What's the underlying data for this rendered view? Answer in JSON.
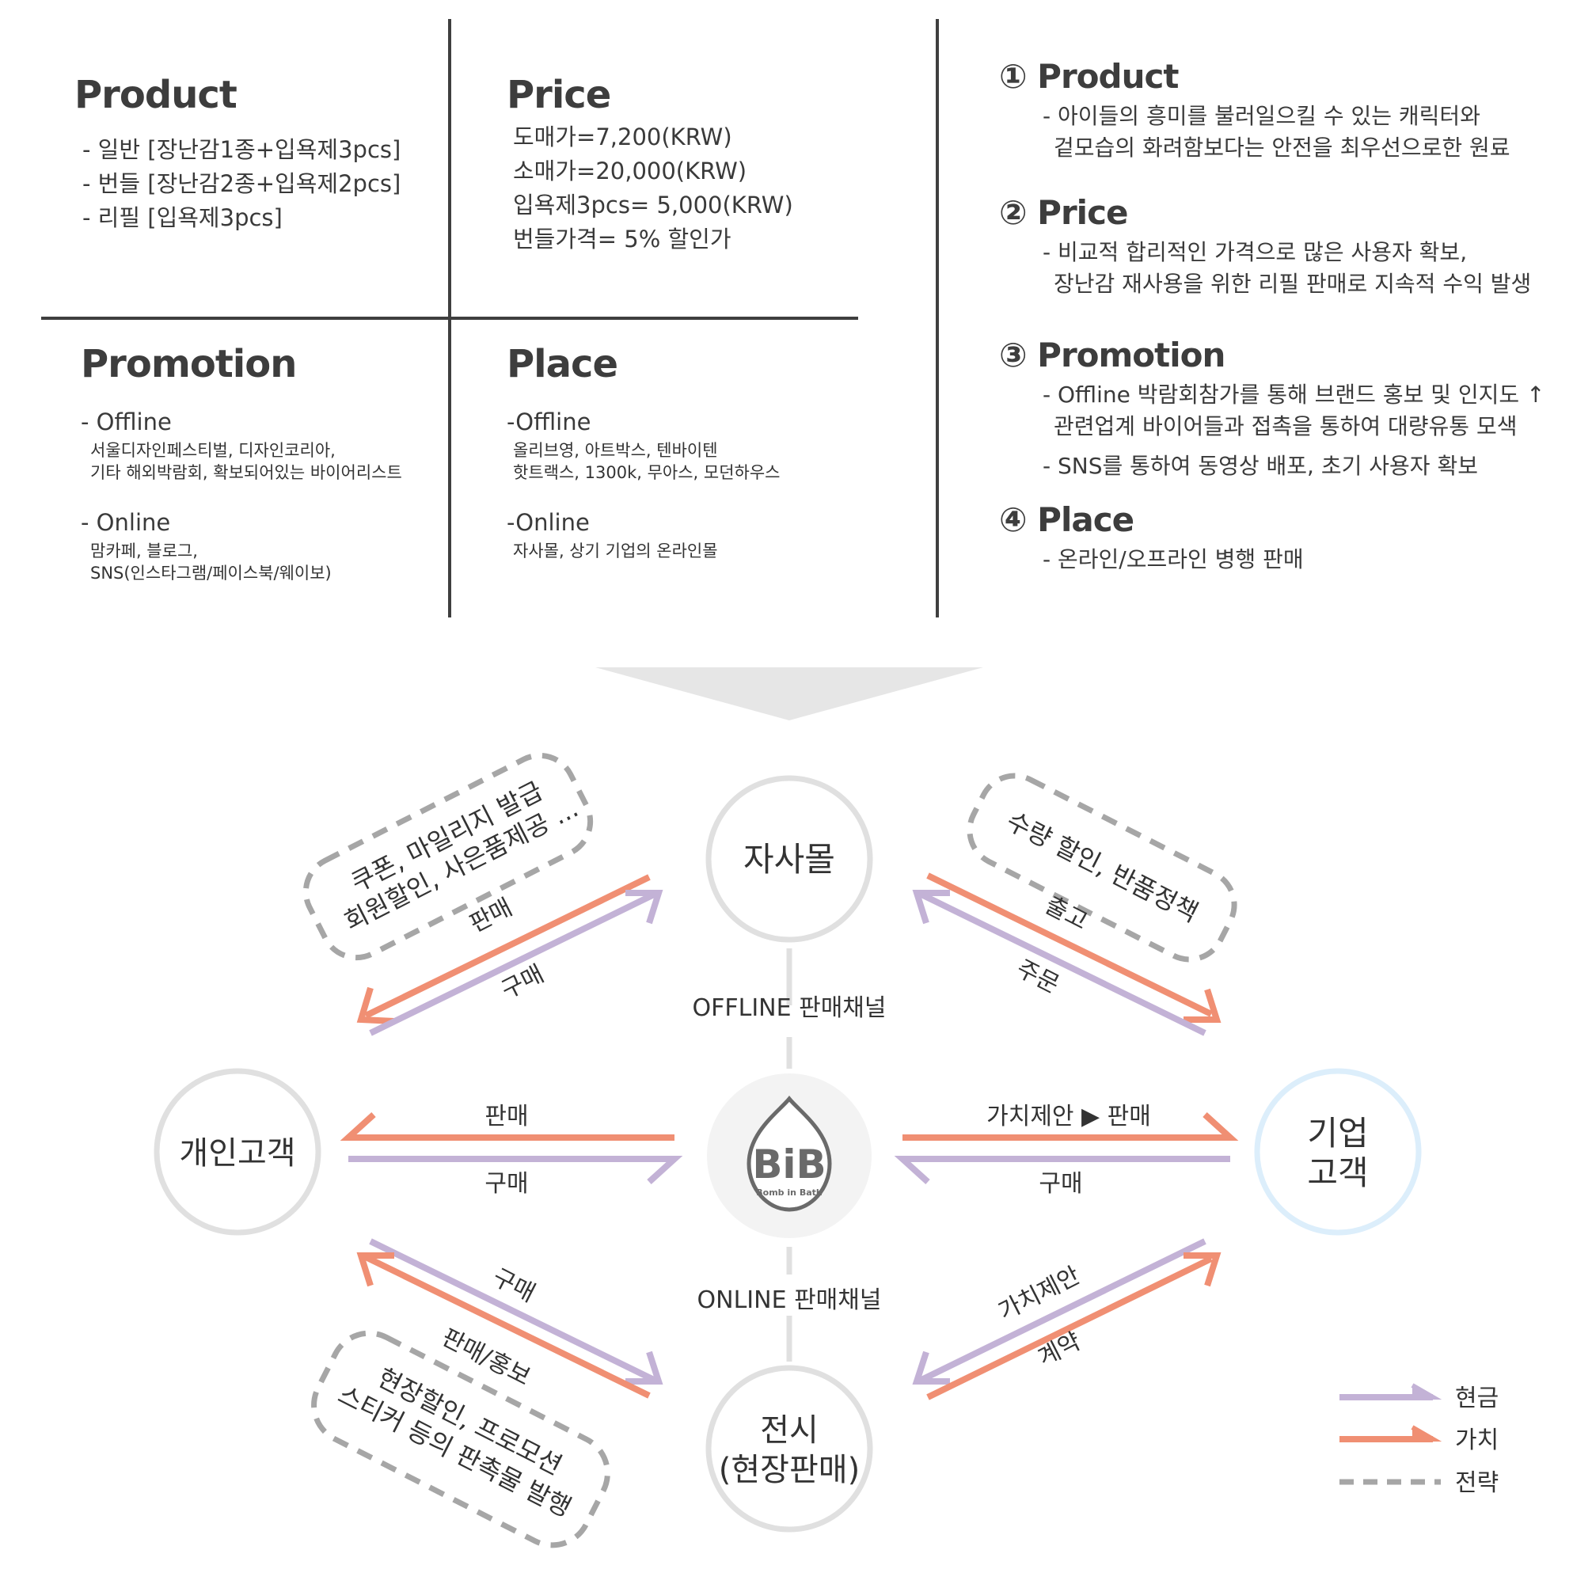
{
  "quad": {
    "product": {
      "title": "Product",
      "items": [
        "- 일반 [장난감1종+입욕제3pcs]",
        "- 번들 [장난감2종+입욕제2pcs]",
        "- 리필 [입욕제3pcs]"
      ]
    },
    "price": {
      "title": "Price",
      "items": [
        "도매가=7,200(KRW)",
        "소매가=20,000(KRW)",
        "입욕제3pcs= 5,000(KRW)",
        "번들가격= 5% 할인가"
      ]
    },
    "promotion": {
      "title": "Promotion",
      "offline_label": "- Offline",
      "offline_detail": [
        "서울디자인페스티벌, 디자인코리아,",
        "기타 해외박람회, 확보되어있는 바이어리스트"
      ],
      "online_label": "- Online",
      "online_detail": [
        "맘카페, 블로그,",
        "SNS(인스타그램/페이스북/웨이보)"
      ]
    },
    "place": {
      "title": "Place",
      "offline_label": "-Offline",
      "offline_detail": [
        "올리브영, 아트박스, 텐바이텐",
        "핫트랙스, 1300k, 무아스, 모던하우스"
      ],
      "online_label": "-Online",
      "online_detail": [
        "자사몰, 상기 기업의 온라인몰"
      ]
    }
  },
  "strategy": [
    {
      "title": "① Product",
      "lines": [
        "- 아이들의 흥미를 불러일으킬 수 있는 캐릭터와",
        "겉모습의 화려함보다는 안전을 최우선으로한 원료"
      ]
    },
    {
      "title": "② Price",
      "lines": [
        "- 비교적 합리적인 가격으로 많은 사용자 확보,",
        "장난감 재사용을 위한 리필 판매로 지속적 수익 발생"
      ]
    },
    {
      "title": "③ Promotion",
      "lines": [
        "- Offline 박람회참가를 통해 브랜드 홍보 및 인지도 ↑",
        "관련업계 바이어들과 접촉을 통하여 대량유통 모색",
        "- SNS를 통하여 동영상 배포, 초기 사용자 확보"
      ]
    },
    {
      "title": "④ Place",
      "lines": [
        "- 온라인/오프라인 병행 판매"
      ]
    }
  ],
  "diagram": {
    "nodes": {
      "top": "자사몰",
      "left": "개인고객",
      "right_line1": "기업",
      "right_line2": "고객",
      "bottom_line1": "전시",
      "bottom_line2": "(현장판매)"
    },
    "logo": {
      "text": "BiB",
      "sub": "Bomb in Bath"
    },
    "channels": {
      "offline": "OFFLINE 판매채널",
      "online": "ONLINE 판매채널"
    },
    "strategies": {
      "top_left_line1": "쿠폰, 마일리지 발급",
      "top_left_line2": "회원할인, 사은품제공 ...",
      "top_right": "수량 할인, 반품정책",
      "bottom_left_line1": "현장할인, 프로모션",
      "bottom_left_line2": "스티커 등의 판촉물 발행"
    },
    "flows": {
      "tl_value": "판매",
      "tl_cash": "구매",
      "tr_value": "출고",
      "tr_cash": "주문",
      "left_value": "판매",
      "left_cash": "구매",
      "right_value": "가치제안 ▶ 판매",
      "right_cash": "구매",
      "bl_cash": "구매",
      "bl_value": "판매/홍보",
      "br_cash": "가치제안",
      "br_value": "계약"
    },
    "legend": {
      "cash": "현금",
      "value": "가치",
      "strategy": "전략"
    },
    "colors": {
      "cash": "#c3b2d6",
      "value": "#f08f73",
      "strategy": "#a6a6a6",
      "node_border": "#e0e0e0",
      "corp_border": "#dceefb"
    }
  }
}
